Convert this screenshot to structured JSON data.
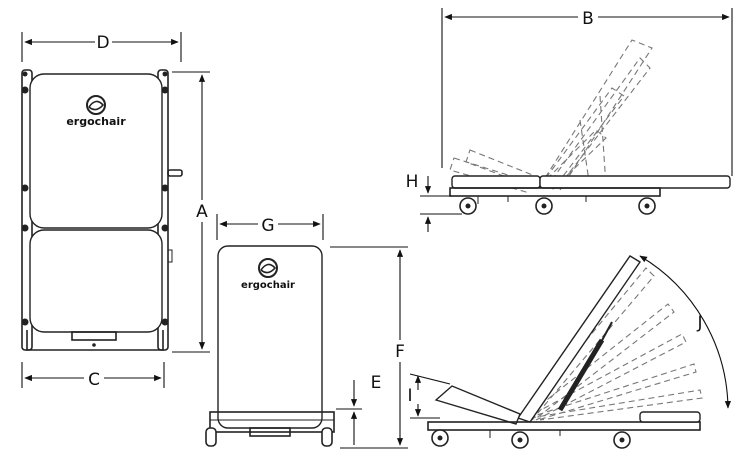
{
  "brand": {
    "logo_text": "ergochair"
  },
  "dimension_labels": {
    "A": "A",
    "B": "B",
    "C": "C",
    "D": "D",
    "E": "E",
    "F": "F",
    "G": "G",
    "H": "H",
    "I": "I",
    "J": "J"
  },
  "colors": {
    "line": "#222222",
    "ghost": "#777777",
    "background": "#ffffff"
  },
  "icons": [
    "ergochair-logo-icon"
  ]
}
